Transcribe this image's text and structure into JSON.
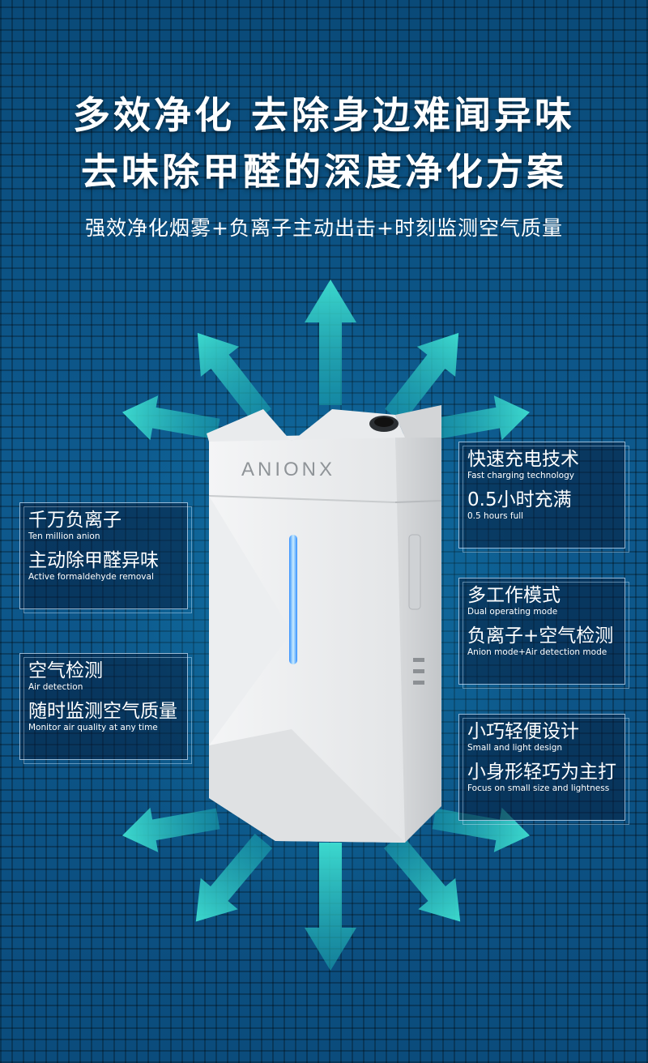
{
  "headline": {
    "line1": "多效净化 去除身边难闻异味",
    "line2": "去味除甲醛的深度净化方案"
  },
  "subtitle": "强效净化烟雾+负离子主动出击+时刻监测空气质量",
  "brand": "ANIONX",
  "features_left": [
    {
      "title1": "千万负离子",
      "sub1": "Ten million anion",
      "title2": "主动除甲醛异味",
      "sub2": "Active formaldehyde removal"
    },
    {
      "title1": "空气检测",
      "sub1": "Air detection",
      "title2": "随时监测空气质量",
      "sub2": "Monitor air quality at any time"
    }
  ],
  "features_right": [
    {
      "title1": "快速充电技术",
      "sub1": "Fast charging technology",
      "title2": "0.5小时充满",
      "sub2": "0.5 hours full"
    },
    {
      "title1": "多工作模式",
      "sub1": "Dual operating mode",
      "title2": "负离子+空气检测",
      "sub2": "Anion mode+Air detection mode"
    },
    {
      "title1": "小巧轻便设计",
      "sub1": "Small and light design",
      "title2": "小身形轻巧为主打",
      "sub2": "Focus on small size and lightness"
    }
  ],
  "colors": {
    "background": "#0c4f80",
    "arrow": "#2fd3c8",
    "light_bar": "#4fb8ff"
  }
}
